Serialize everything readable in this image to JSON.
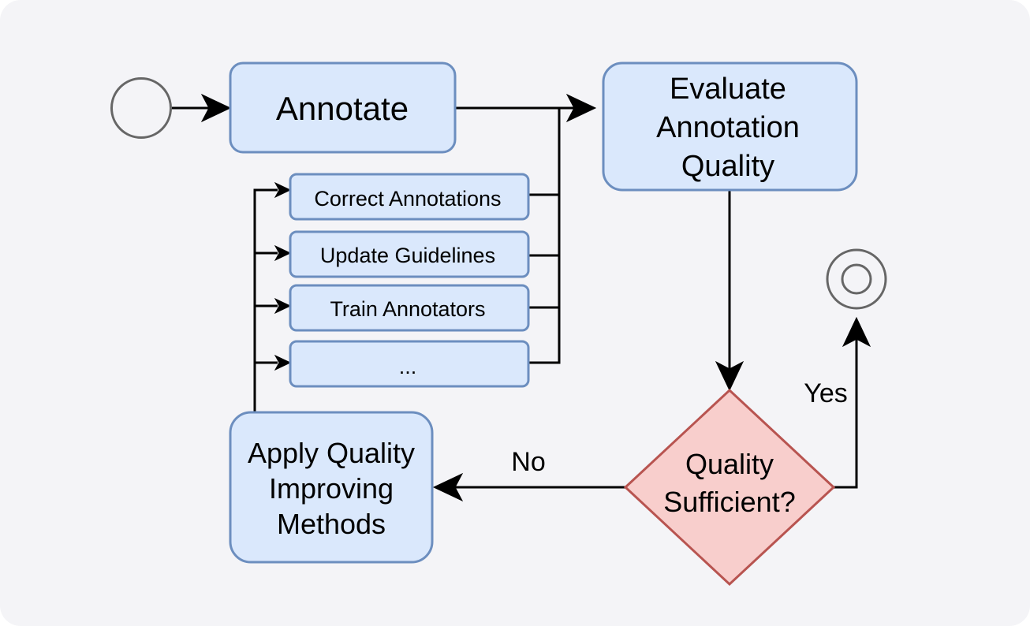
{
  "colors": {
    "background": "#f4f4f7",
    "node_fill": "#dae8fc",
    "node_stroke": "#6c8ebf",
    "decision_fill": "#f8cecc",
    "decision_stroke": "#b85450",
    "event_stroke": "#666666",
    "edge": "#000000"
  },
  "nodes": {
    "annotate": "Annotate",
    "evaluate": [
      "Evaluate",
      "Annotation",
      "Quality"
    ],
    "correct": "Correct Annotations",
    "update": "Update Guidelines",
    "train": "Train Annotators",
    "more": "...",
    "apply": [
      "Apply Quality",
      "Improving",
      "Methods"
    ],
    "decision": [
      "Quality",
      "Sufficient?"
    ]
  },
  "edges": {
    "no": "No",
    "yes": "Yes"
  }
}
